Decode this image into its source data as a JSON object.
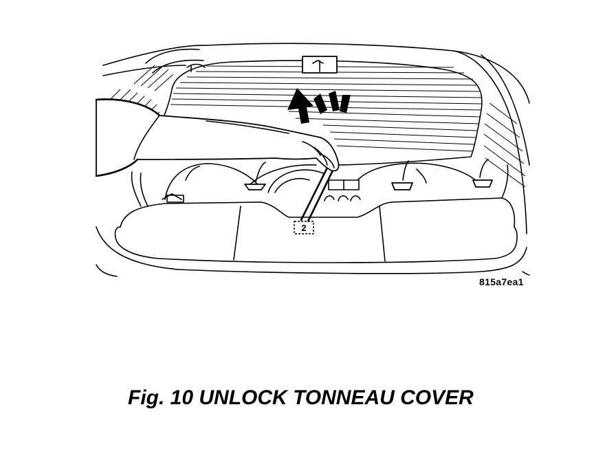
{
  "figure": {
    "reference_code": "815a7ea1",
    "caption": "Fig. 10 UNLOCK TONNEAU COVER",
    "callout_number": "2"
  }
}
